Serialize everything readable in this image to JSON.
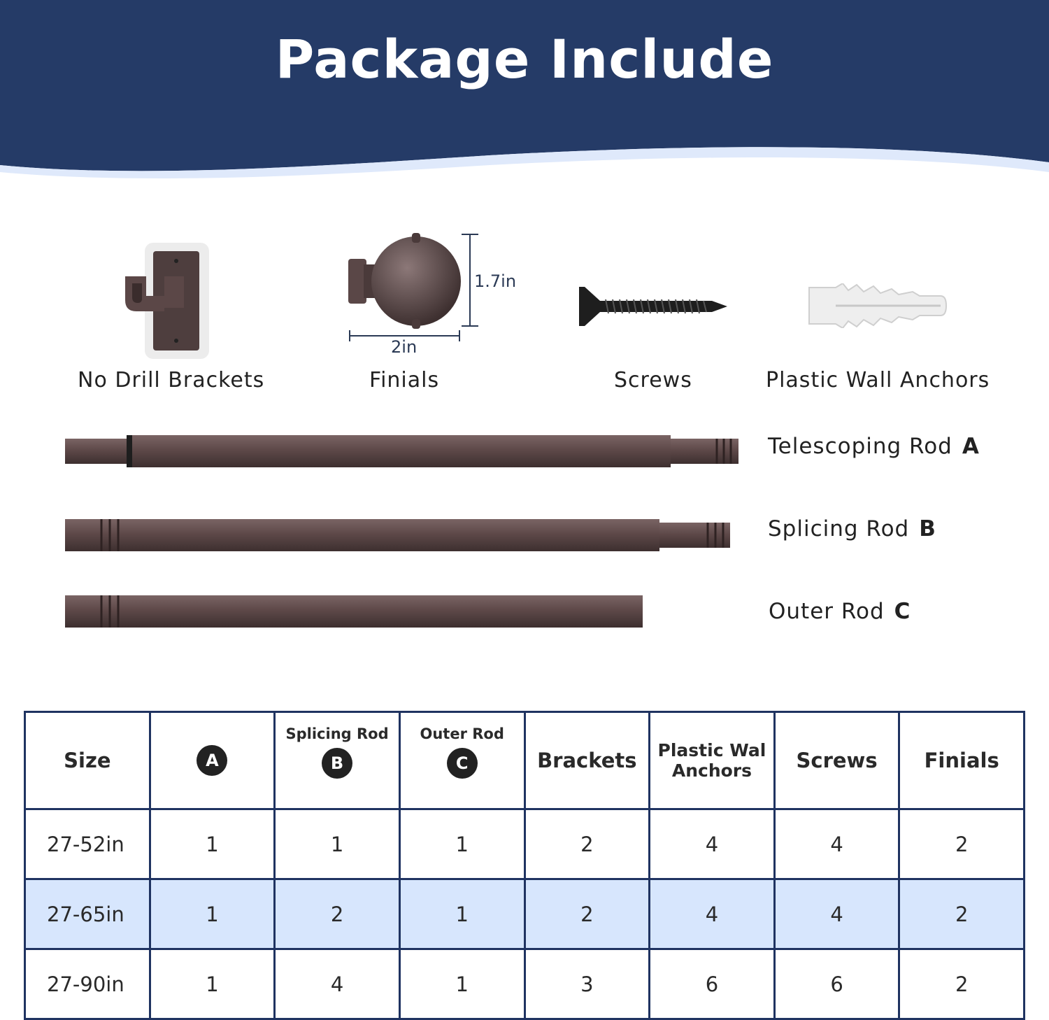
{
  "header": {
    "title": "Package Include",
    "bg_color": "#253b67"
  },
  "items": [
    {
      "label": "No Drill Brackets",
      "icon": "bracket-icon"
    },
    {
      "label": "Finials",
      "icon": "finial-icon",
      "height_label": "1.7in",
      "width_label": "2in"
    },
    {
      "label": "Screws",
      "icon": "screw-icon"
    },
    {
      "label": "Plastic Wall Anchors",
      "icon": "anchor-icon"
    }
  ],
  "rods": [
    {
      "name": "Telescoping Rod",
      "letter": "A"
    },
    {
      "name": "Splicing Rod",
      "letter": "B"
    },
    {
      "name": "Outer Rod",
      "letter": "C"
    }
  ],
  "table": {
    "headers": {
      "size": "Size",
      "a_letter": "A",
      "b_title": "Splicing Rod",
      "b_letter": "B",
      "c_title": "Outer Rod",
      "c_letter": "C",
      "brackets": "Brackets",
      "anchors_line1": "Plastic Wal",
      "anchors_line2": "Anchors",
      "screws": "Screws",
      "finials": "Finials"
    },
    "rows": [
      [
        "27-52in",
        "1",
        "1",
        "1",
        "2",
        "4",
        "4",
        "2"
      ],
      [
        "27-65in",
        "1",
        "2",
        "1",
        "2",
        "4",
        "4",
        "2"
      ],
      [
        "27-90in",
        "1",
        "4",
        "1",
        "3",
        "6",
        "6",
        "2"
      ]
    ],
    "highlight_color": "#d7e6fd",
    "border_color": "#1f3361"
  }
}
